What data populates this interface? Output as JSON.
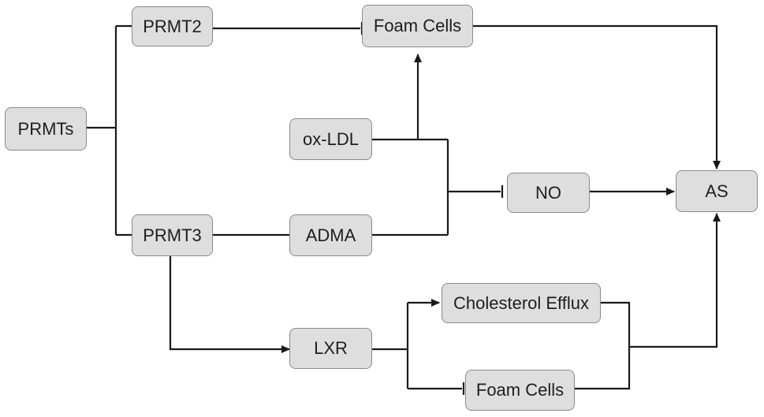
{
  "nodes": {
    "prmts": "PRMTs",
    "prmt2": "PRMT2",
    "prmt3": "PRMT3",
    "foam_cells_top": "Foam Cells",
    "ox_ldl": "ox-LDL",
    "adma": "ADMA",
    "no": "NO",
    "as": "AS",
    "lxr": "LXR",
    "cholesterol_efflux": "Cholesterol Efflux",
    "foam_cells_bottom": "Foam Cells"
  },
  "colors": {
    "line": "#1a1a1a",
    "node_fill": "#dedede",
    "node_border": "#8a8a8a"
  },
  "edges": [
    {
      "from": "prmts",
      "to": "prmt2",
      "type": "line"
    },
    {
      "from": "prmts",
      "to": "prmt3",
      "type": "line"
    },
    {
      "from": "prmt2",
      "to": "foam_cells_top",
      "type": "inhibit"
    },
    {
      "from": "foam_cells_top",
      "to": "as",
      "type": "arrow"
    },
    {
      "from": "ox_ldl",
      "to": "foam_cells_top",
      "type": "arrow"
    },
    {
      "from": "ox_ldl",
      "to": "no",
      "type": "inhibit"
    },
    {
      "from": "prmt3",
      "to": "adma",
      "type": "line"
    },
    {
      "from": "adma",
      "to": "no",
      "type": "inhibit"
    },
    {
      "from": "no",
      "to": "as",
      "type": "arrow"
    },
    {
      "from": "prmt3",
      "to": "lxr",
      "type": "arrow"
    },
    {
      "from": "lxr",
      "to": "cholesterol_efflux",
      "type": "arrow"
    },
    {
      "from": "lxr",
      "to": "foam_cells_bottom",
      "type": "inhibit"
    },
    {
      "from": "cholesterol_efflux",
      "to": "as",
      "type": "arrow"
    },
    {
      "from": "foam_cells_bottom",
      "to": "as",
      "type": "arrow"
    }
  ]
}
